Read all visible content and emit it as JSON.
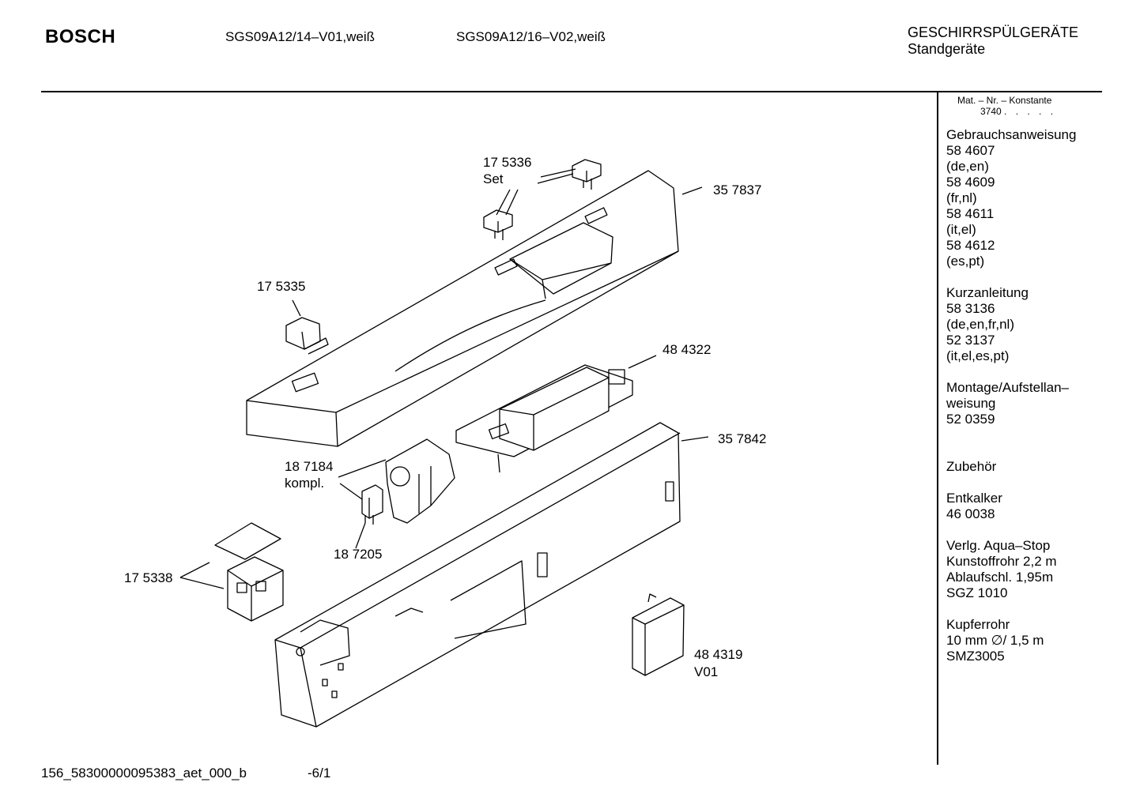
{
  "header": {
    "brand": "BOSCH",
    "model_1": "SGS09A12/14–V01,weiß",
    "model_2": "SGS09A12/16–V02,weiß",
    "category": "GESCHIRRSPÜLGERÄTE",
    "subcategory": "Standgeräte"
  },
  "side_panel": {
    "mat_label": "Mat. – Nr. – Konstante",
    "mat_value": "3740",
    "mat_dots": ". . . . .",
    "sections": [
      [
        "Gebrauchsanweisung",
        "58 4607",
        "(de,en)",
        "58 4609",
        "(fr,nl)",
        "58 4611",
        "(it,el)",
        "58 4612",
        "(es,pt)"
      ],
      [
        "Kurzanleitung",
        "58 3136",
        "(de,en,fr,nl)",
        "52 3137",
        "(it,el,es,pt)"
      ],
      [
        "Montage/Aufstellan–",
        "weisung",
        "52 0359"
      ],
      [
        "",
        "Zubehör"
      ],
      [
        "Entkalker",
        "46 0038"
      ],
      [
        "Verlg. Aqua–Stop",
        "Kunstoffrohr 2,2 m",
        "Ablaufschl. 1,95m",
        "SGZ 1010"
      ],
      [
        "Kupferrohr",
        "10 mm ∅/ 1,5 m",
        "SMZ3005"
      ]
    ]
  },
  "parts": [
    {
      "number": "17 5336",
      "note": "Set"
    },
    {
      "number": "35 7837",
      "note": ""
    },
    {
      "number": "17 5335",
      "note": ""
    },
    {
      "number": "48 4322",
      "note": ""
    },
    {
      "number": "35 7842",
      "note": ""
    },
    {
      "number": "18 7184",
      "note": "kompl."
    },
    {
      "number": "18 7205",
      "note": ""
    },
    {
      "number": "17 5338",
      "note": ""
    },
    {
      "number": "48 4319",
      "note": "V01"
    }
  ],
  "footer": {
    "doc_id": "156_58300000095383_aet_000_b",
    "page": "-6/1"
  }
}
